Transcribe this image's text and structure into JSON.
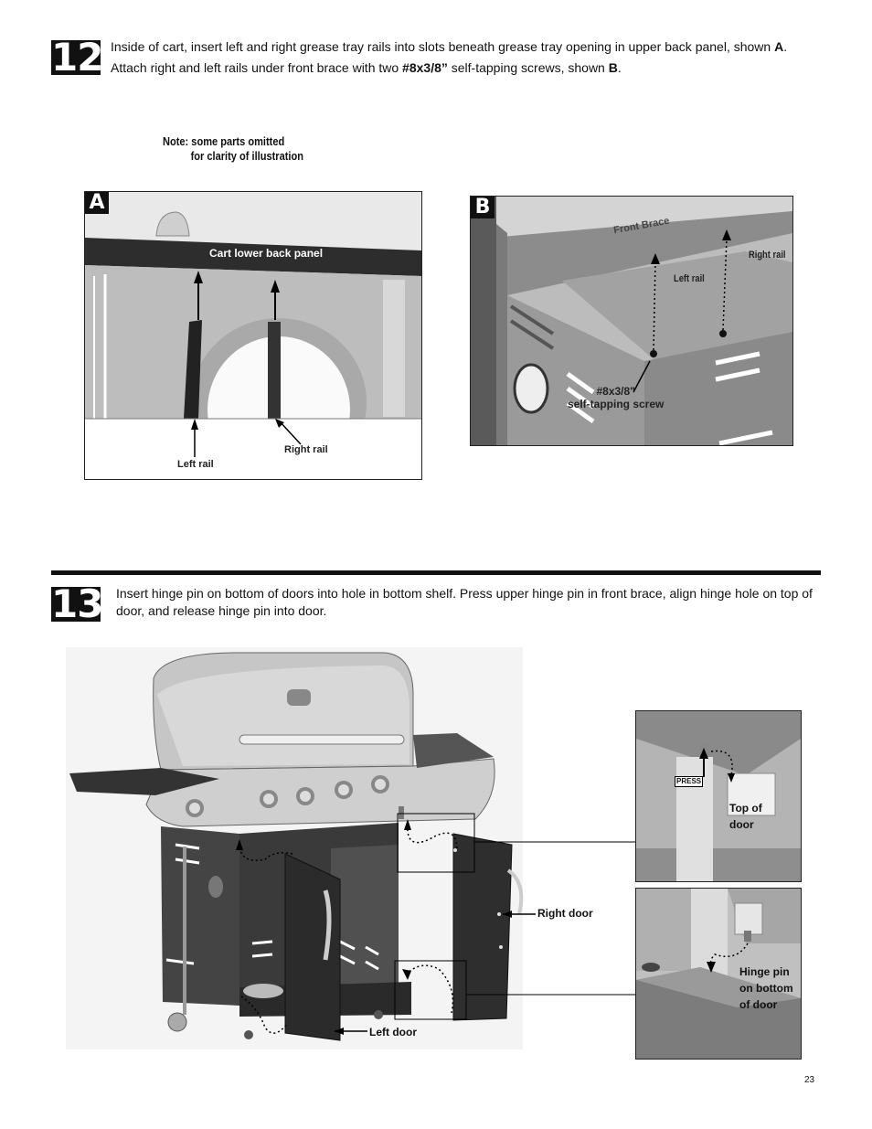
{
  "step12": {
    "number": "12",
    "line1_text": "Inside of cart, insert left and right grease tray rails into slots beneath grease tray opening in upper back panel, shown ",
    "line1_ref": "A",
    "line1_end": ".",
    "line2_text": "Attach right and  left rails under front brace with two ",
    "line2_screw": "#8x3/8”",
    "line2_mid": " self-tapping screws, shown ",
    "line2_ref": "B",
    "line2_end": ".",
    "note_line1": "Note: some parts omitted",
    "note_line2": "for clarity of illustration",
    "figA": {
      "tag": "A",
      "cart_label": "Cart lower back panel",
      "left_rail": "Left rail",
      "right_rail": "Right rail"
    },
    "figB": {
      "tag": "B",
      "front_brace": "Front Brace",
      "right_rail": "Right rail",
      "left_rail": "Left rail",
      "screw_line1": "#8x3/8\"",
      "screw_line2": "self-tapping screw"
    }
  },
  "step13": {
    "number": "13",
    "text": "Insert hinge pin on bottom of doors into hole in bottom shelf. Press upper hinge pin in front brace, align hinge hole on top of door, and release hinge pin into door.",
    "right_door": "Right  door",
    "left_door": "Left  door",
    "press": "PRESS",
    "top_of_door_1": "Top  of",
    "top_of_door_2": "door",
    "hinge_1": "Hinge  pin",
    "hinge_2": "on  bottom",
    "hinge_3": "of  door"
  },
  "page_number": "23"
}
